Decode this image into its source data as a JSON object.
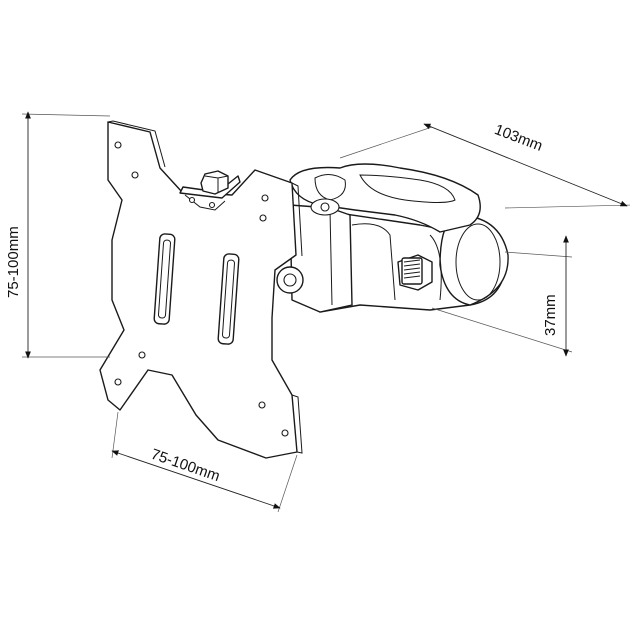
{
  "dimensions": {
    "width_label": "103mm",
    "height_label": "37mm",
    "vesa_vertical_label": "75-100mm",
    "vesa_horizontal_label": "75-100mm"
  }
}
